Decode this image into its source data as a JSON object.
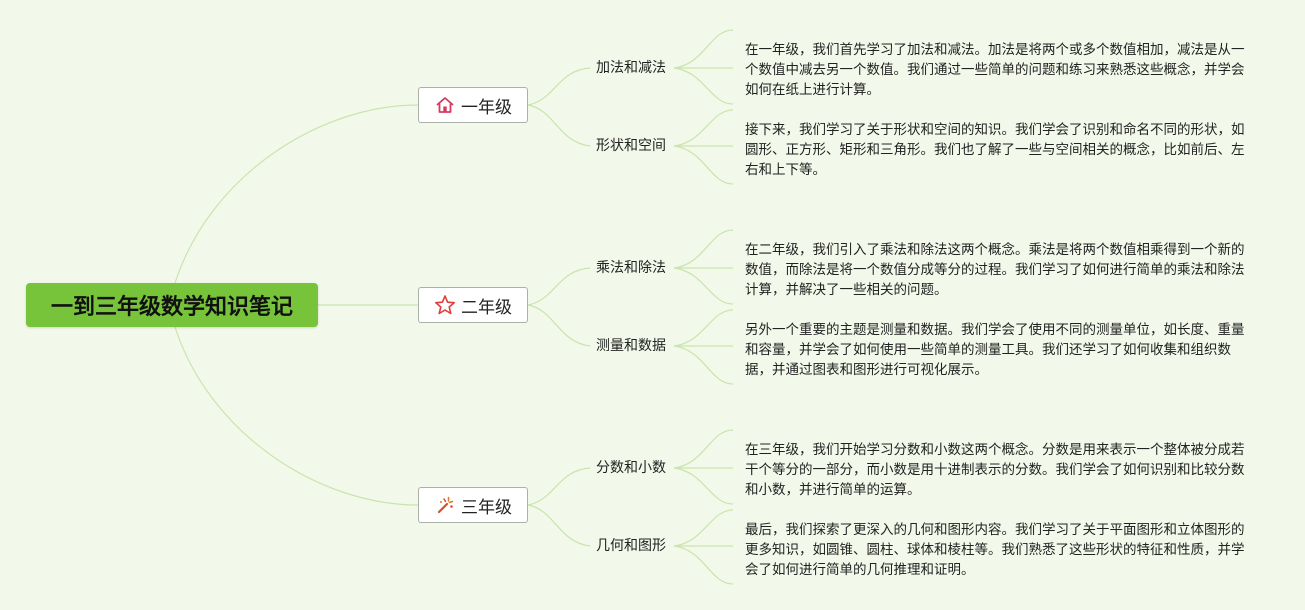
{
  "root": {
    "title": "一到三年级数学知识笔记"
  },
  "grades": [
    {
      "label": "一年级",
      "icon": "home-icon",
      "topics": [
        {
          "label": "加法和减法",
          "desc": "在一年级，我们首先学习了加法和减法。加法是将两个或多个数值相加，减法是从一个数值中减去另一个数值。我们通过一些简单的问题和练习来熟悉这些概念，并学会如何在纸上进行计算。"
        },
        {
          "label": "形状和空间",
          "desc": "接下来，我们学习了关于形状和空间的知识。我们学会了识别和命名不同的形状，如圆形、正方形、矩形和三角形。我们也了解了一些与空间相关的概念，比如前后、左右和上下等。"
        }
      ]
    },
    {
      "label": "二年级",
      "icon": "star-icon",
      "topics": [
        {
          "label": "乘法和除法",
          "desc": "在二年级，我们引入了乘法和除法这两个概念。乘法是将两个数值相乘得到一个新的数值，而除法是将一个数值分成等分的过程。我们学习了如何进行简单的乘法和除法计算，并解决了一些相关的问题。"
        },
        {
          "label": "测量和数据",
          "desc": "另外一个重要的主题是测量和数据。我们学会了使用不同的测量单位，如长度、重量和容量，并学会了如何使用一些简单的测量工具。我们还学习了如何收集和组织数据，并通过图表和图形进行可视化展示。"
        }
      ]
    },
    {
      "label": "三年级",
      "icon": "magic-wand-icon",
      "topics": [
        {
          "label": "分数和小数",
          "desc": "在三年级，我们开始学习分数和小数这两个概念。分数是用来表示一个整体被分成若干个等分的一部分，而小数是用十进制表示的分数。我们学会了如何识别和比较分数和小数，并进行简单的运算。"
        },
        {
          "label": "几何和图形",
          "desc": "最后，我们探索了更深入的几何和图形内容。我们学习了关于平面图形和立体图形的更多知识，如圆锥、圆柱、球体和棱柱等。我们熟悉了这些形状的特征和性质，并学会了如何进行简单的几何推理和证明。"
        }
      ]
    }
  ],
  "colors": {
    "background": "#f3f9ea",
    "root_fill": "#77c43a",
    "connector": "#c9e4ad",
    "home_icon": "#d63a5e",
    "star_icon": "#e23b3b",
    "wand_icon": "#d94f2b"
  }
}
